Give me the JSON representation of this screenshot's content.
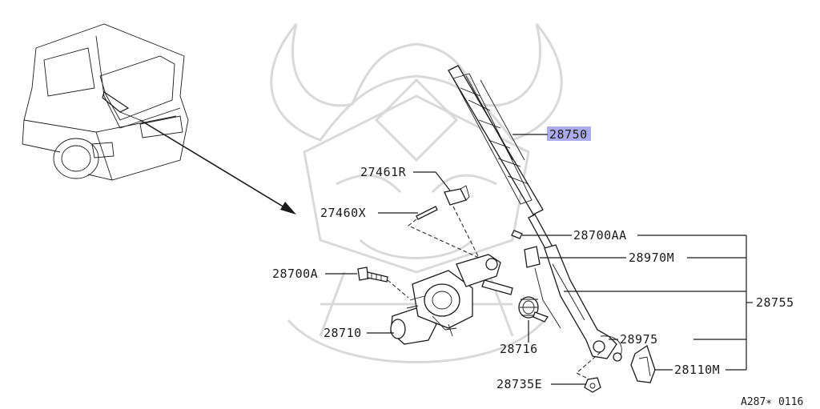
{
  "diagram": {
    "callouts": {
      "p28750": "28750",
      "p27461R": "27461R",
      "p27460X": "27460X",
      "p28700AA": "28700AA",
      "p28970M": "28970M",
      "p28755": "28755",
      "p28700A": "28700A",
      "p28710": "28710",
      "p28716": "28716",
      "p28975": "28975",
      "p28110M": "28110M",
      "p28735E": "28735E"
    },
    "reference_code": "A287∗ 0116",
    "highlight_color": "#8f8fe8"
  }
}
